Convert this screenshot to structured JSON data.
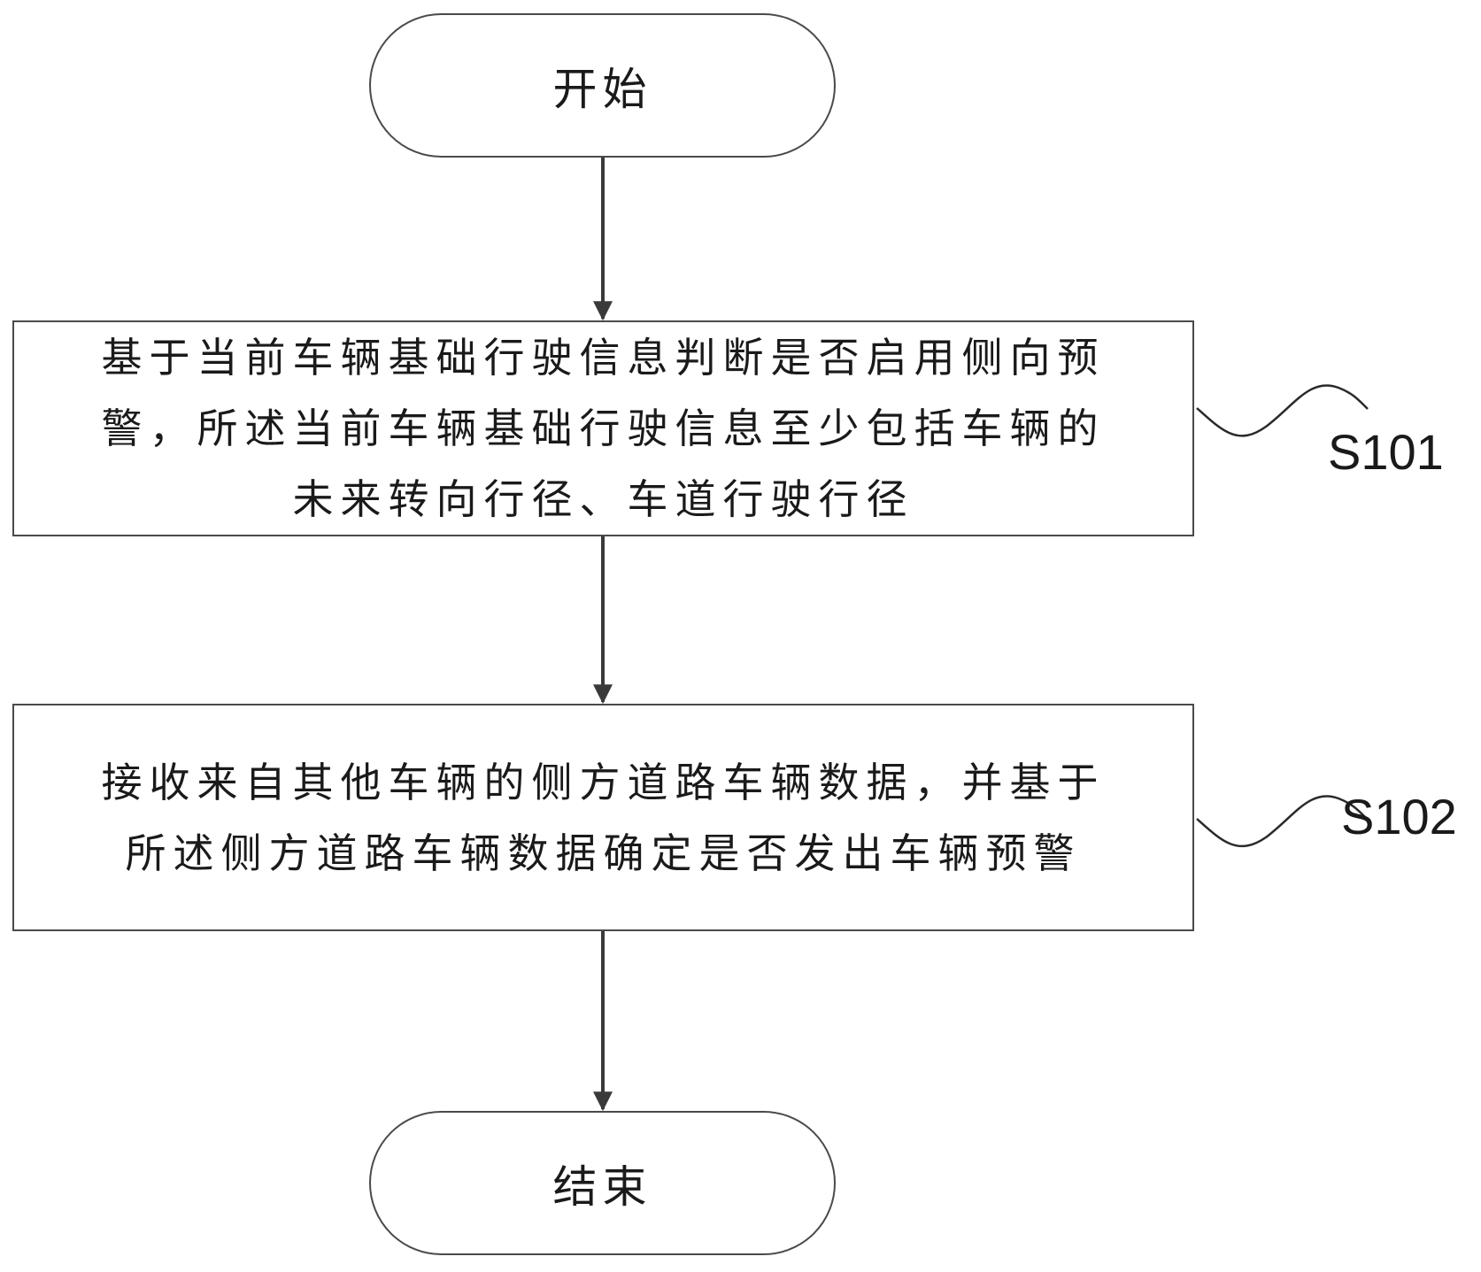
{
  "flowchart": {
    "start": {
      "label": "开始"
    },
    "steps": [
      {
        "id": "S101",
        "lines": [
          "基于当前车辆基础行驶信息判断是否启用侧向预",
          "警，所述当前车辆基础行驶信息至少包括车辆的",
          "未来转向行径、车道行驶行径"
        ]
      },
      {
        "id": "S102",
        "lines": [
          "接收来自其他车辆的侧方道路车辆数据，并基于",
          "所述侧方道路车辆数据确定是否发出车辆预警"
        ]
      }
    ],
    "end": {
      "label": "结束"
    }
  },
  "colors": {
    "stroke": "#4a4a4a",
    "arrow": "#3a3a3a",
    "text": "#1a1a1a",
    "background": "#ffffff"
  }
}
